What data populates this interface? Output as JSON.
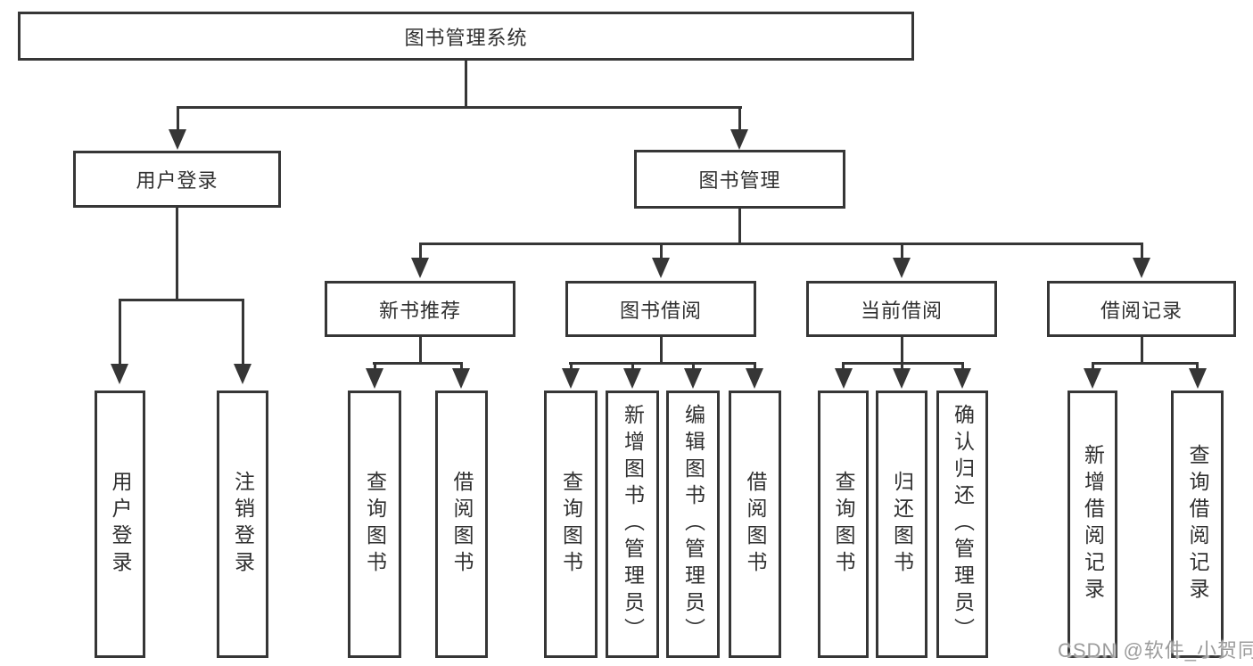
{
  "tree": {
    "label": "图书管理系统",
    "children": [
      {
        "label": "用户登录",
        "children": [
          {
            "label": "用户登录"
          },
          {
            "label": "注销登录"
          }
        ]
      },
      {
        "label": "图书管理",
        "children": [
          {
            "label": "新书推荐",
            "children": [
              {
                "label": "查询图书"
              },
              {
                "label": "借阅图书"
              }
            ]
          },
          {
            "label": "图书借阅",
            "children": [
              {
                "label": "查询图书"
              },
              {
                "label": "新增图书（管理员）"
              },
              {
                "label": "编辑图书（管理员）"
              },
              {
                "label": "借阅图书"
              }
            ]
          },
          {
            "label": "当前借阅",
            "children": [
              {
                "label": "查询图书"
              },
              {
                "label": "归还图书"
              },
              {
                "label": "确认归还（管理员）"
              }
            ]
          },
          {
            "label": "借阅记录",
            "children": [
              {
                "label": "新增借阅记录"
              },
              {
                "label": "查询借阅记录"
              }
            ]
          }
        ]
      }
    ]
  },
  "watermark": {
    "text": "CSDN @软件_小贺同学"
  },
  "colors": {
    "line": "#363636",
    "box_fill": "#ffffff",
    "text": "#303030",
    "watermark": "#9c9c9c"
  }
}
